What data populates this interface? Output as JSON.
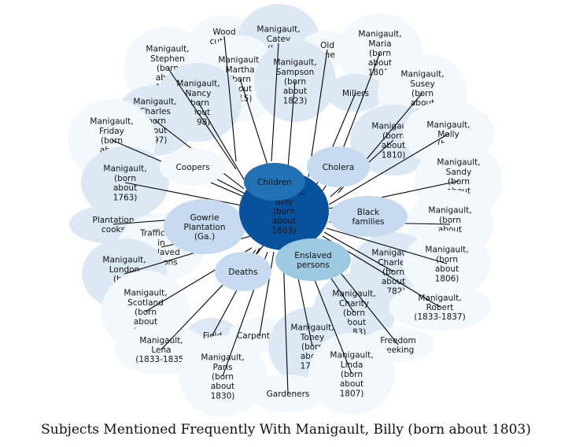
{
  "title": "Subjects Mentioned Frequently With Manigault, Billy (born about 1803)",
  "colors": {
    "pale": "#f3f8fd",
    "light": "#dce9f5",
    "medium": "#c6dbef",
    "mid": "#9ecae1",
    "strong": "#2171b5",
    "center": "#08519c",
    "edge": "#000000"
  },
  "center": {
    "name": "center",
    "label": "Manigault,\nBilly\n(born\nabout\n1803)",
    "tone": "center"
  },
  "nodes": [
    {
      "name": "wood-cutters",
      "label": "Wood\ncutters",
      "tone": "pale"
    },
    {
      "name": "manigault-catey",
      "label": "Manigault,\nCatey\n(born\nabout",
      "tone": "light"
    },
    {
      "name": "old-age",
      "label": "Old\nage",
      "tone": "pale"
    },
    {
      "name": "manigault-maria",
      "label": "Manigault,\nMaria\n(born\nabout\n1801)",
      "tone": "pale"
    },
    {
      "name": "manigault-stephen",
      "label": "Manigault,\nStephen\n(born\nabout\n1805)",
      "tone": "pale"
    },
    {
      "name": "manigault-martha",
      "label": "Manigault,\nMartha\n(born\nabout\n1815)",
      "tone": "pale"
    },
    {
      "name": "manigault-sampson",
      "label": "Manigault,\nSampson\n(born\nabout\n1823)",
      "tone": "light"
    },
    {
      "name": "millers",
      "label": "Millers",
      "tone": "light"
    },
    {
      "name": "manigault-susey",
      "label": "Manigault,\nSusey\n(born\nabout\n1809)",
      "tone": "pale"
    },
    {
      "name": "manigault-nancy",
      "label": "Manigault,\nNancy\n(born\nabout\n1798)",
      "tone": "light"
    },
    {
      "name": "manigault-charles-1797",
      "label": "Manigault,\nCharles\n(born\nabout\n1797)",
      "tone": "light"
    },
    {
      "name": "manigault-friday",
      "label": "Manigault,\nFriday\n(born\nabout\n1807)",
      "tone": "pale"
    },
    {
      "name": "manigault-1810",
      "label": "Manigault,\n(born\nabout\n1810)",
      "tone": "light"
    },
    {
      "name": "manigault-molly",
      "label": "Manigault,\nMolly\n(born",
      "tone": "pale"
    },
    {
      "name": "cholera",
      "label": "Cholera",
      "tone": "medium"
    },
    {
      "name": "coopers",
      "label": "Coopers",
      "tone": "pale"
    },
    {
      "name": "children",
      "label": "Children",
      "tone": "strong"
    },
    {
      "name": "manigault-sandy",
      "label": "Manigault,\nSandy\n(born\nabout\n1831)",
      "tone": "pale"
    },
    {
      "name": "manigault-1763",
      "label": "Manigault,\n(born\nabout\n1763)",
      "tone": "light"
    },
    {
      "name": "black-families",
      "label": "Black\nfamilies",
      "tone": "medium"
    },
    {
      "name": "plantation-cooks",
      "label": "Plantation\ncooks",
      "tone": "light"
    },
    {
      "name": "gowrie-plantation",
      "label": "Gowrie\nPlantation\n(Ga.)",
      "tone": "medium"
    },
    {
      "name": "manigault-1809",
      "label": "Manigault,\n(born\nabout\n1809)",
      "tone": "pale"
    },
    {
      "name": "trafficking",
      "label": "Trafficking\nin\nenslaved\npersons",
      "tone": "pale"
    },
    {
      "name": "manigault-london",
      "label": "Manigault,\nLondon\n(born\nabout",
      "tone": "light"
    },
    {
      "name": "deaths",
      "label": "Deaths",
      "tone": "medium"
    },
    {
      "name": "enslaved-persons",
      "label": "Enslaved\npersons",
      "tone": "mid"
    },
    {
      "name": "manigault-charles-1782",
      "label": "Manigault,\nCharles\n(born\nabout\n1782)",
      "tone": "light"
    },
    {
      "name": "manigault-1806",
      "label": "Manigault,\n(born\nabout\n1806)",
      "tone": "pale"
    },
    {
      "name": "manigault-scotland",
      "label": "Manigault,\nScotland\n(born\nabout\n1788)",
      "tone": "pale"
    },
    {
      "name": "manigault-charity",
      "label": "Manigault,\nCharity\n(born\nabout\n1783)",
      "tone": "light"
    },
    {
      "name": "manigault-robert",
      "label": "Manigault,\nRobert\n(1833-1837)",
      "tone": "pale"
    },
    {
      "name": "field",
      "label": "Field",
      "tone": "light"
    },
    {
      "name": "carpenters",
      "label": "Carpenters",
      "tone": "pale"
    },
    {
      "name": "manigault-toney",
      "label": "Manigault,\nToney\n(born\nabout\n1783)",
      "tone": "light"
    },
    {
      "name": "freedom-seeking",
      "label": "Freedom\nseeking",
      "tone": "pale"
    },
    {
      "name": "manigault-lena",
      "label": "Manigault,\nLena\n(1833-1835)",
      "tone": "pale"
    },
    {
      "name": "manigault-linda",
      "label": "Manigault,\nLinda\n(born\nabout\n1807)",
      "tone": "pale"
    },
    {
      "name": "manigault-paris",
      "label": "Manigault,\nParis\n(born\nabout\n1830)",
      "tone": "pale"
    },
    {
      "name": "gardeners",
      "label": "Gardeners",
      "tone": "pale"
    }
  ]
}
